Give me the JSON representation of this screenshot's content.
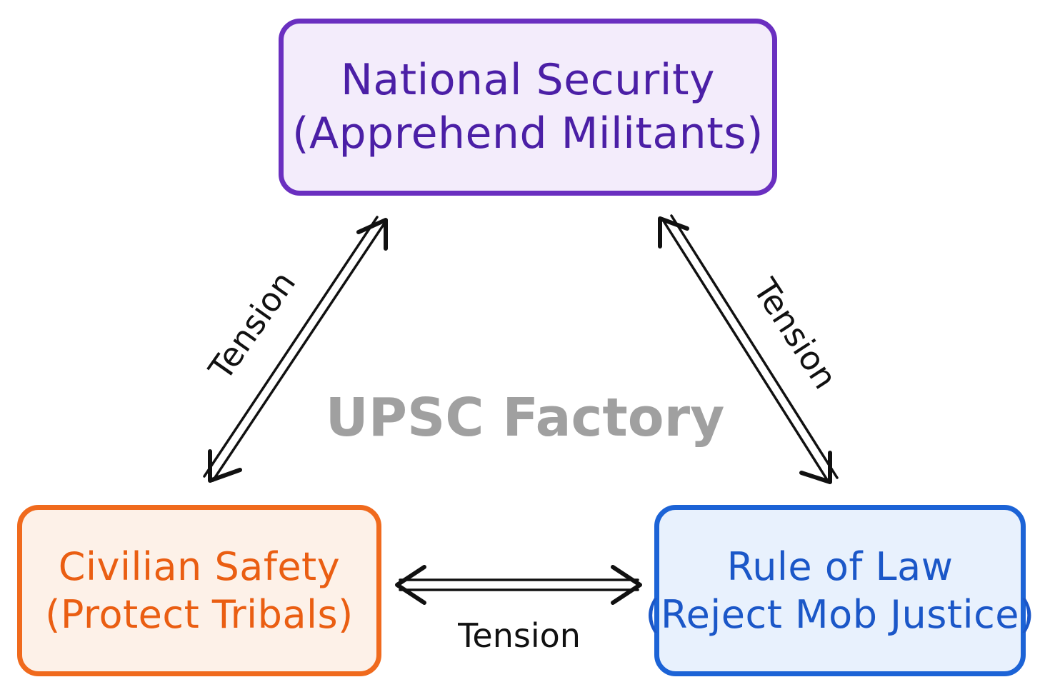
{
  "nodes": {
    "security": {
      "line1": "National Security",
      "line2": "(Apprehend Militants)",
      "color": "#6a2fc0"
    },
    "civilian": {
      "line1": "Civilian Safety",
      "line2": "(Protect Tribals)",
      "color": "#f06a1d"
    },
    "law": {
      "line1": "Rule of Law",
      "line2": "(Reject Mob Justice)",
      "color": "#1c63d6"
    }
  },
  "edges": [
    {
      "from": "security",
      "to": "civilian",
      "label": "Tension",
      "arrow": "double-headed"
    },
    {
      "from": "security",
      "to": "law",
      "label": "Tension",
      "arrow": "double-headed"
    },
    {
      "from": "civilian",
      "to": "law",
      "label": "Tension",
      "arrow": "double-headed"
    }
  ],
  "watermark": "UPSC Factory"
}
